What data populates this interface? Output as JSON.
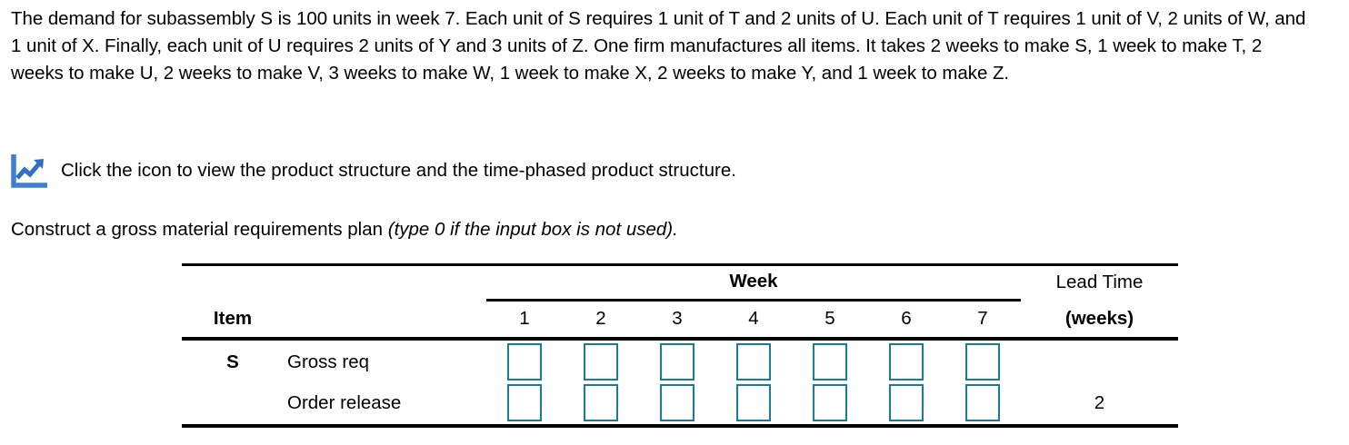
{
  "problem": {
    "statement": "The demand for subassembly S is 100 units in week 7. Each unit of S requires 1 unit of T and 2 units of U. Each unit of T requires 1 unit of V, 2 units of W, and 1 unit of X. Finally, each unit of U requires 2 units of Y and 3 units of Z. One firm manufactures all items. It takes 2 weeks to make S, 1 week to make T, 2 weeks to make U, 2 weeks to make V, 3 weeks to make W, 1 week to make X, 2 weeks to make Y, and 1 week to make Z."
  },
  "icon_line": {
    "icon": "line-chart-icon",
    "icon_color": "#3f7fd0",
    "text": "Click the icon to view the product structure and the time-phased product structure."
  },
  "instruction": {
    "main": "Construct a gross material requirements plan ",
    "hint": "(type 0 if the input box is not used)."
  },
  "table": {
    "group_header": "Week",
    "item_header": "Item",
    "lead_header_line1": "Lead Time",
    "lead_header_line2": "(weeks)",
    "week_columns": [
      "1",
      "2",
      "3",
      "4",
      "5",
      "6",
      "7"
    ],
    "rows": [
      {
        "item": "S",
        "label": "Gross req",
        "lead_time": "",
        "inputs": [
          "",
          "",
          "",
          "",
          "",
          "",
          ""
        ]
      },
      {
        "item": "",
        "label": "Order release",
        "lead_time": "2",
        "inputs": [
          "",
          "",
          "",
          "",
          "",
          "",
          ""
        ]
      }
    ]
  },
  "colors": {
    "input_border": "#1b7a99",
    "rule": "#000000",
    "icon_blue": "#3f7fd0"
  }
}
